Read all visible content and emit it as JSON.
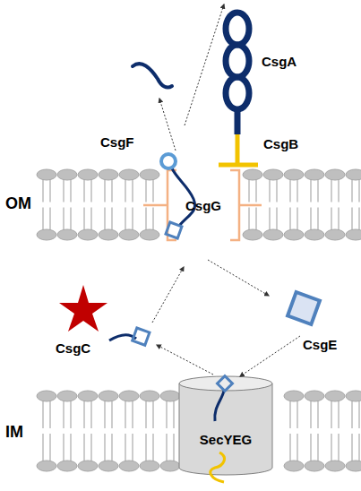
{
  "diagram": {
    "nodes": [
      {
        "text": [
          "CsgG"
        ]
      },
      {
        "text": [
          "SecYEG"
        ]
      }
    ],
    "labels": [
      "CsgA",
      "CsgF",
      "CsgB",
      "OM",
      "CsgE",
      "CsgC",
      "IM"
    ]
  }
}
